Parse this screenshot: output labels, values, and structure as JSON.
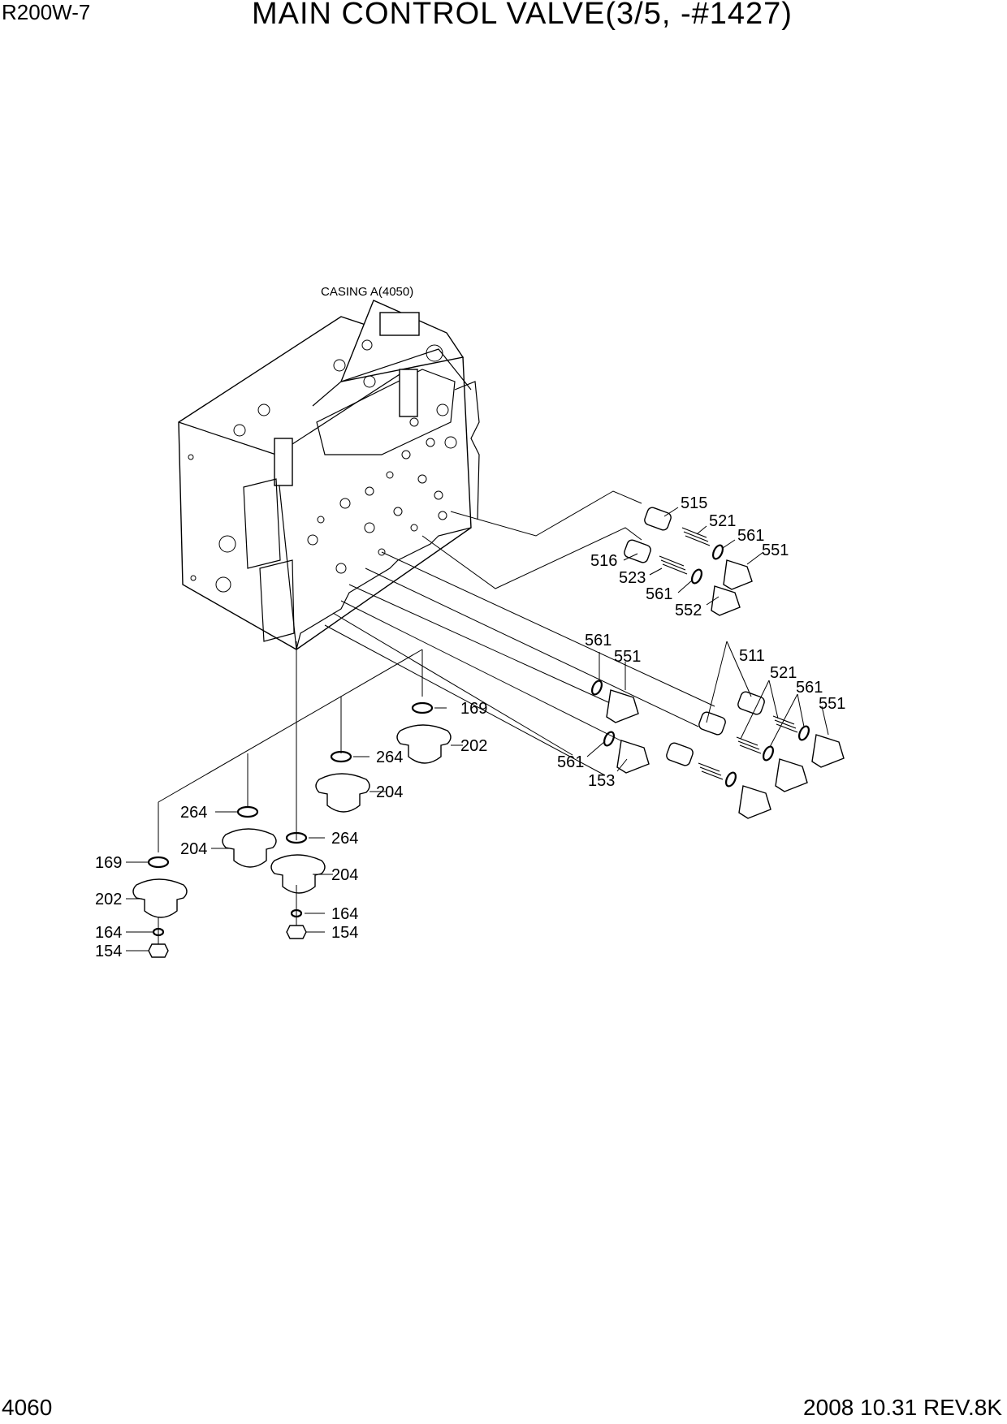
{
  "header": {
    "model": "R200W-7",
    "title": "MAIN CONTROL VALVE(3/5, -#1427)"
  },
  "footer": {
    "page": "4060",
    "revision": "2008  10.31  REV.8K"
  },
  "diagram": {
    "caption": "CASING A(4050)",
    "labels": {
      "l515": "515",
      "l521a": "521",
      "l561a": "561",
      "l551a": "551",
      "l516": "516",
      "l523": "523",
      "l561b": "561",
      "l552": "552",
      "l561c": "561",
      "l551b": "551",
      "l511": "511",
      "l521b": "521",
      "l561d": "561",
      "l551c": "551",
      "l561e": "561",
      "l153": "153",
      "l169a": "169",
      "l202a": "202",
      "l264a": "264",
      "l204a": "204",
      "l264b": "264",
      "l204b": "204",
      "l264c": "264",
      "l204c": "204",
      "l169b": "169",
      "l202b": "202",
      "l164a": "164",
      "l154a": "154",
      "l164b": "164",
      "l154b": "154"
    }
  }
}
